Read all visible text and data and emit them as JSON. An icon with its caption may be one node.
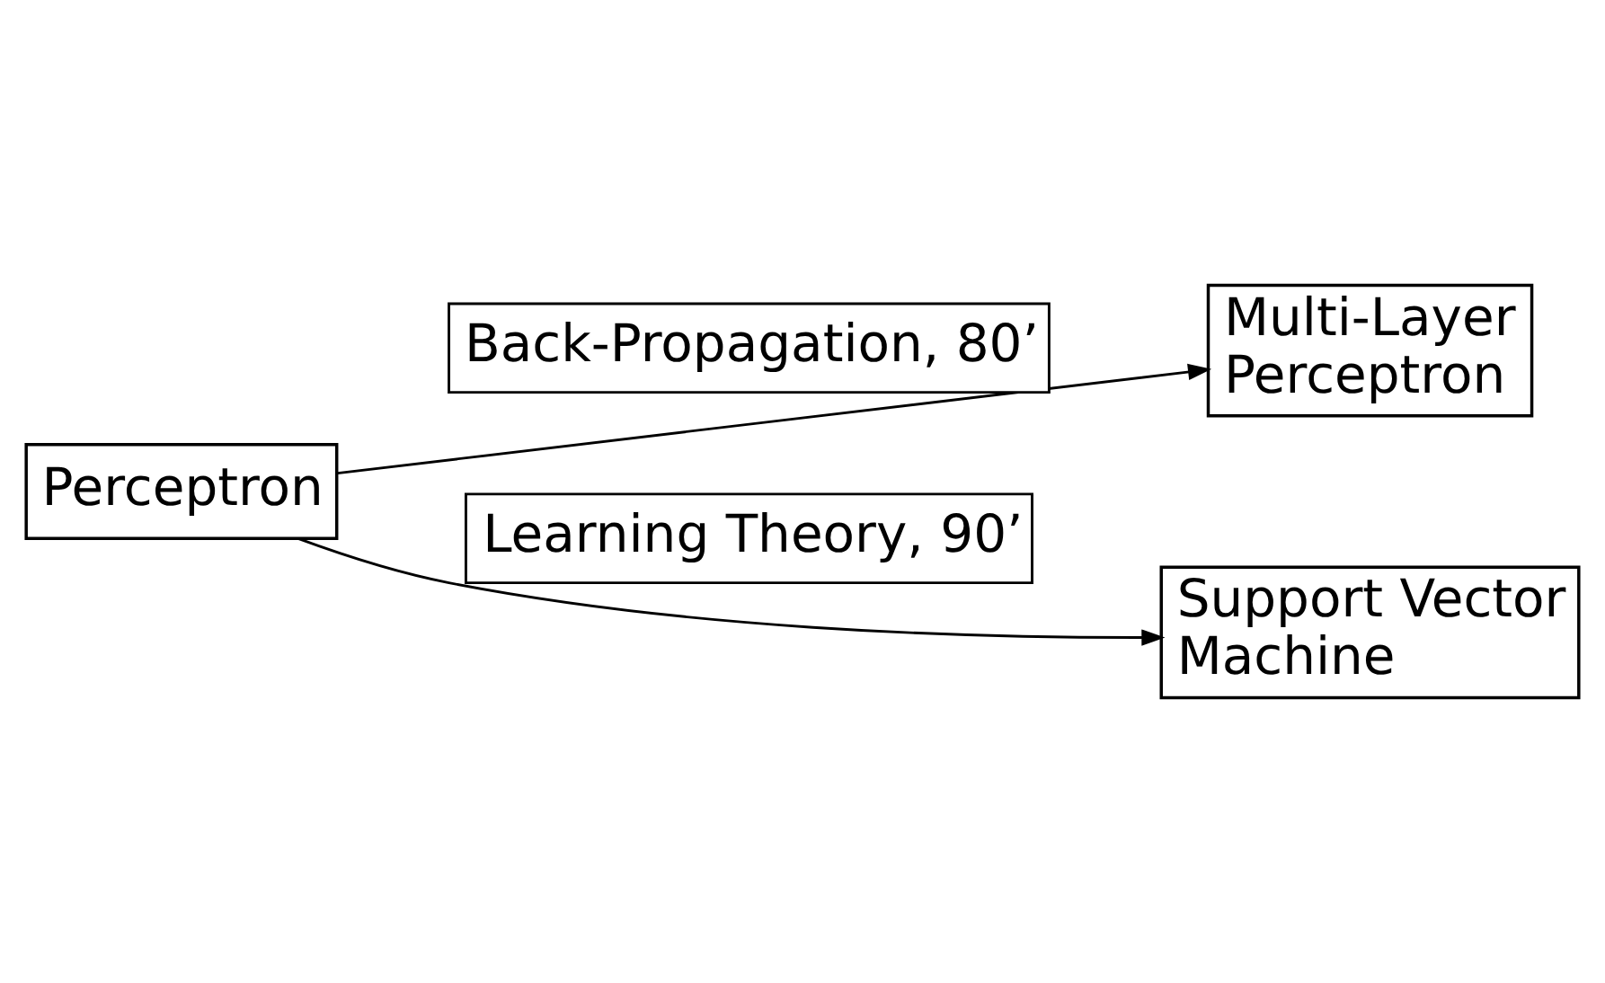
{
  "diagram": {
    "nodes": [
      {
        "text": [
          "Multi-Layer Perceptron"
        ]
      },
      {
        "text": [
          "Perceptron"
        ]
      },
      {
        "text": [
          "Support Vector Machine"
        ]
      }
    ],
    "edges": [
      {
        "from": 1,
        "to": 0,
        "arrow": "to",
        "label": "Back-Propagation, 80’"
      },
      {
        "from": 1,
        "to": 2,
        "arrow": "to",
        "label": "Learning Theory, 90’"
      }
    ]
  }
}
